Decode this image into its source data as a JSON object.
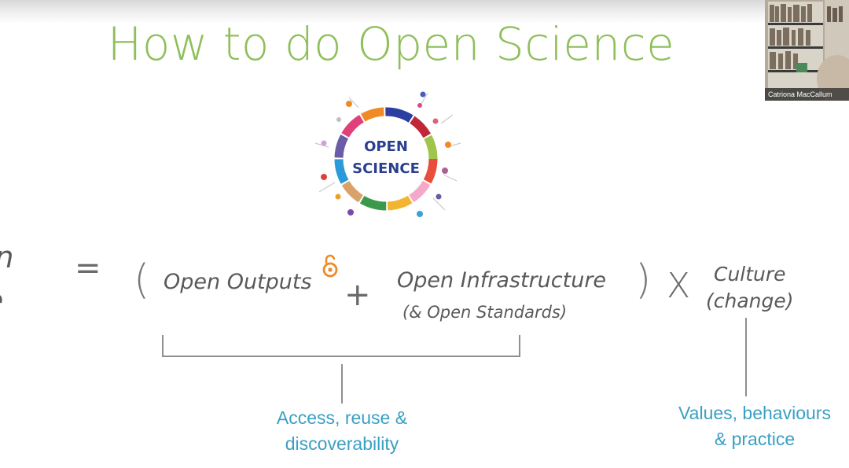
{
  "slide": {
    "title": "How to do Open Science",
    "logo": {
      "line1": "OPEN",
      "line2": "SCIENCE"
    },
    "equation": {
      "left_partial_1": "en",
      "left_partial_2": "ce",
      "equals": "=",
      "open_paren": "(",
      "close_paren": ")",
      "term_outputs": "Open Outputs",
      "plus": "+",
      "term_infrastructure": "Open Infrastructure",
      "term_standards": "(& Open Standards)",
      "times": "X",
      "term_culture": "Culture",
      "term_change": "(change)"
    },
    "captions": {
      "left_line1": "Access, reuse &",
      "left_line2": "discoverability",
      "right_line1": "Values, behaviours",
      "right_line2": "& practice"
    }
  },
  "webcam": {
    "name": "Catriona MacCallum"
  },
  "colors": {
    "title": "#8fbf5a",
    "caption": "#3aa0c4",
    "handwriting": "#5a5a5a",
    "open_access_icon": "#f08a24"
  },
  "icons": {
    "logo": "open-science-logo",
    "open_access": "open-access-lock-icon"
  }
}
